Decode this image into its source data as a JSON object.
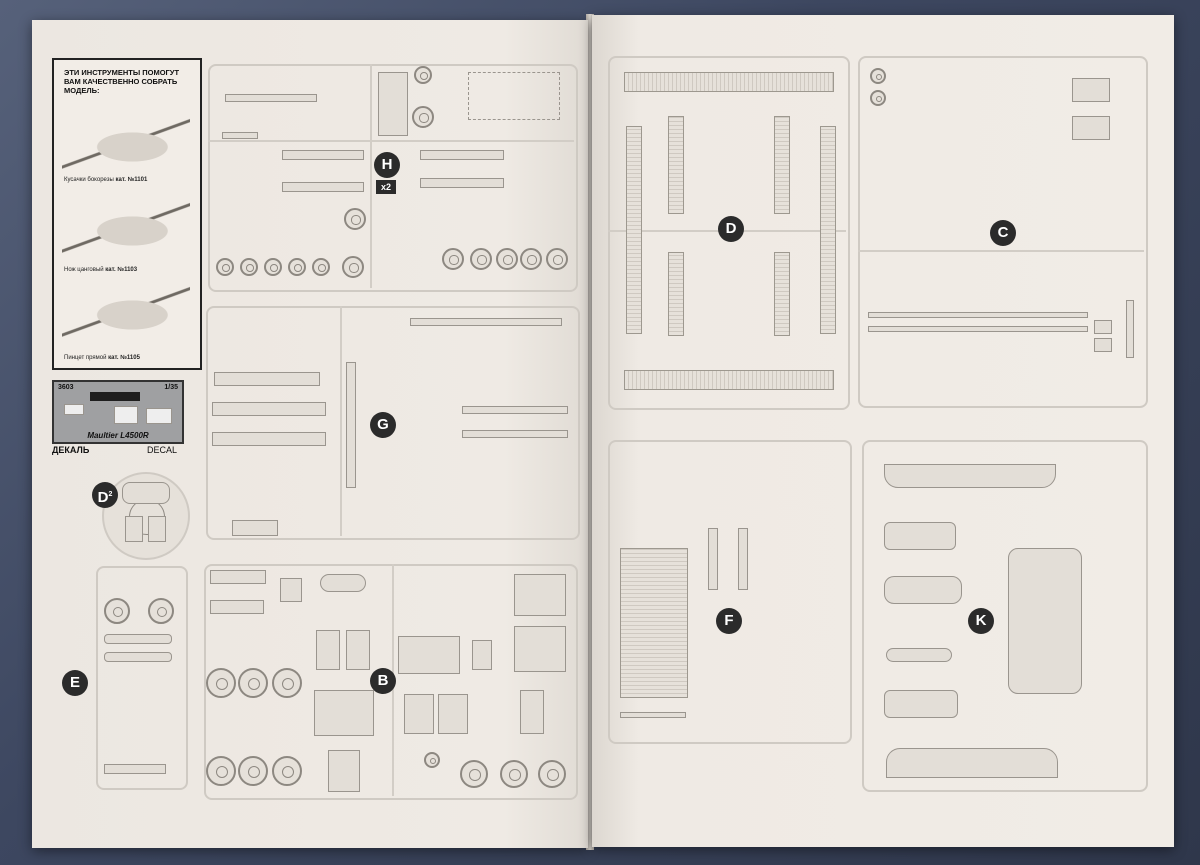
{
  "tools": {
    "title": "ЭТИ ИНСТРУМЕНТЫ ПОМОГУТ ВАМ КАЧЕСТВЕННО СОБРАТЬ МОДЕЛЬ:",
    "items": [
      {
        "name": "Кусачки бокорезы",
        "cat": "кат. №1101"
      },
      {
        "name": "Нож цанговый",
        "cat": "кат. №1103"
      },
      {
        "name": "Пинцет прямой",
        "cat": "кат. №1105"
      }
    ]
  },
  "decal": {
    "kit_number": "3603",
    "scale": "1/35",
    "model_name": "Maultier L4500R",
    "label_ru": "ДЕКАЛЬ",
    "label_en": "DECAL"
  },
  "sprues": {
    "H": "H",
    "H_multiplier": "x2",
    "G": "G",
    "D2": "D",
    "D2_sup": "2",
    "E": "E",
    "B": "B",
    "D": "D",
    "C": "C",
    "F": "F",
    "K": "K"
  }
}
